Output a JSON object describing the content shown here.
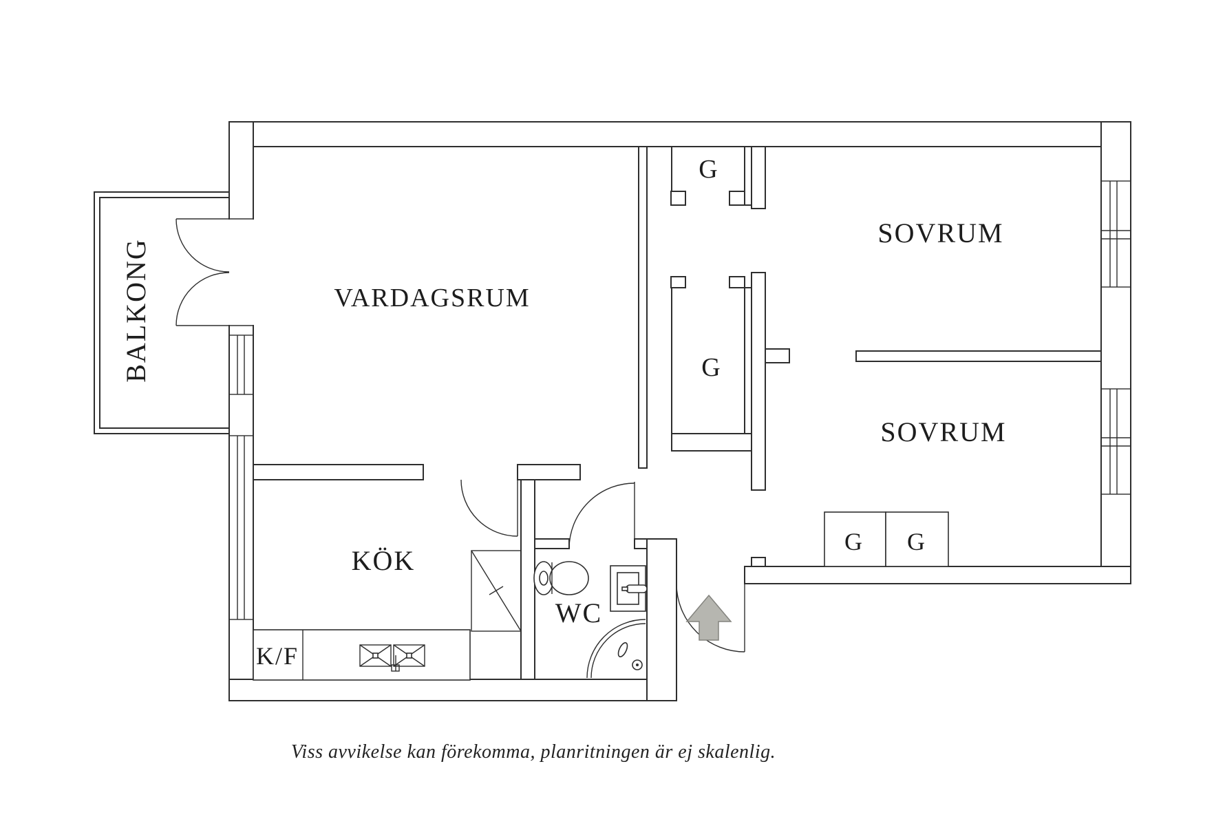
{
  "floorplan": {
    "labels": {
      "balcony": "BALKONG",
      "living_room": "VARDAGSRUM",
      "kitchen": "KÖK",
      "wc": "WC",
      "fridge_freezer": "K/F",
      "bedroom_top": "SOVRUM",
      "bedroom_bottom": "SOVRUM",
      "closet_top": "G",
      "closet_hall": "G",
      "closet_bedroom_left": "G",
      "closet_bedroom_right": "G"
    },
    "caption": "Viss avvikelse kan förekomma, planritningen är ej skalenlig.",
    "colors": {
      "line": "#2e2e2e",
      "arrow_fill": "#b6b6b0",
      "arrow_stroke": "#83837e",
      "background": "#ffffff"
    }
  }
}
